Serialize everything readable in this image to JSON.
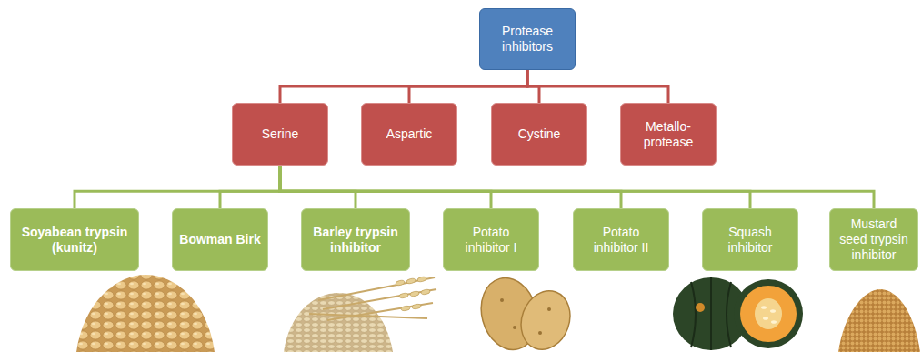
{
  "diagram": {
    "nodes": [
      {
        "text": [
          "Protease inhibitors"
        ]
      },
      {
        "text": [
          "Serine"
        ]
      },
      {
        "text": [
          "Aspartic"
        ]
      },
      {
        "text": [
          "Cystine"
        ]
      },
      {
        "text": [
          "Metallo-protease"
        ]
      },
      {
        "text": [
          "Soyabean trypsin (kunitz)"
        ]
      },
      {
        "text": [
          "Bowman Birk"
        ]
      },
      {
        "text": [
          "Barley trypsin inhibitor"
        ]
      },
      {
        "text": [
          "Potato inhibitor I"
        ]
      },
      {
        "text": [
          "Potato inhibitor II"
        ]
      },
      {
        "text": [
          "Squash inhibitor"
        ]
      },
      {
        "text": [
          "Mustard seed trypsin inhibitor"
        ]
      }
    ],
    "edges": [
      {
        "from": 0,
        "to": 1,
        "arrow": "none"
      },
      {
        "from": 0,
        "to": 2,
        "arrow": "none"
      },
      {
        "from": 0,
        "to": 3,
        "arrow": "none"
      },
      {
        "from": 0,
        "to": 4,
        "arrow": "none"
      },
      {
        "from": 1,
        "to": 5,
        "arrow": "none"
      },
      {
        "from": 1,
        "to": 6,
        "arrow": "none"
      },
      {
        "from": 1,
        "to": 7,
        "arrow": "none"
      },
      {
        "from": 1,
        "to": 8,
        "arrow": "none"
      },
      {
        "from": 1,
        "to": 9,
        "arrow": "none"
      },
      {
        "from": 1,
        "to": 10,
        "arrow": "none"
      },
      {
        "from": 1,
        "to": 11,
        "arrow": "none"
      }
    ]
  }
}
